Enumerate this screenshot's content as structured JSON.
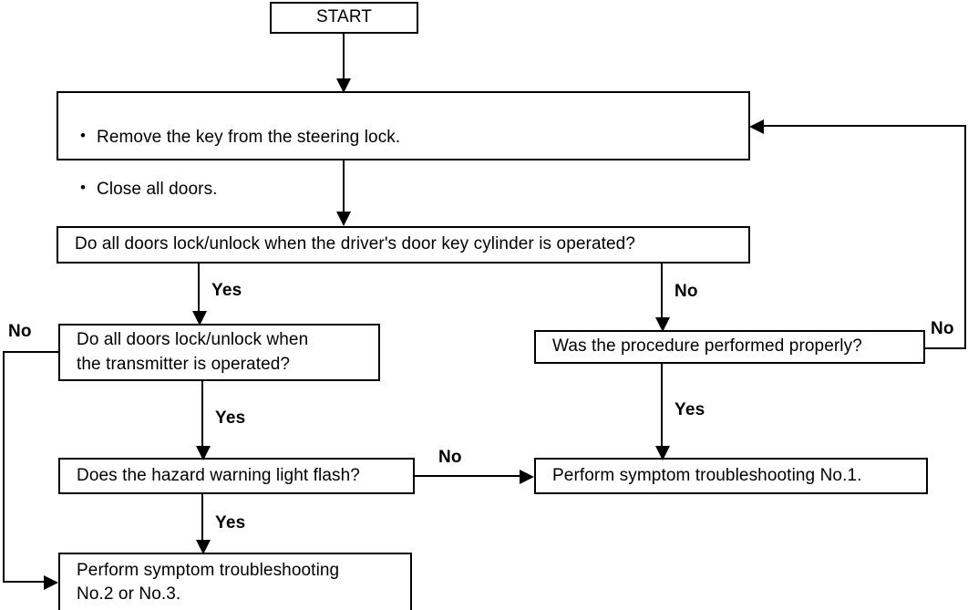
{
  "diagram": {
    "title": "Power door lock / keyless entry symptom troubleshooting flowchart",
    "line_color": "#000000",
    "background_color": "#ffffff",
    "nodes": [
      {
        "id": "start",
        "label": "START"
      },
      {
        "id": "prep",
        "bullet_1": "Remove the key from the steering lock.",
        "bullet_2": "Close all doors."
      },
      {
        "id": "q_cylinder",
        "label": "Do all doors lock/unlock when the driver's door key cylinder is operated?"
      },
      {
        "id": "q_transmitter",
        "label": "Do all doors lock/unlock when\nthe transmitter is operated?"
      },
      {
        "id": "q_procedure",
        "label": "Was the procedure performed properly?"
      },
      {
        "id": "q_hazard",
        "label": "Does the hazard warning light flash?"
      },
      {
        "id": "result_no1",
        "label": "Perform symptom troubleshooting No.1."
      },
      {
        "id": "result_no23",
        "label": "Perform symptom troubleshooting\nNo.2 or No.3."
      }
    ],
    "edge_labels": {
      "cylinder_yes": "Yes",
      "cylinder_no": "No",
      "transmitter_yes": "Yes",
      "transmitter_no": "No",
      "procedure_yes": "Yes",
      "procedure_no": "No",
      "hazard_yes": "Yes",
      "hazard_no": "No"
    }
  }
}
